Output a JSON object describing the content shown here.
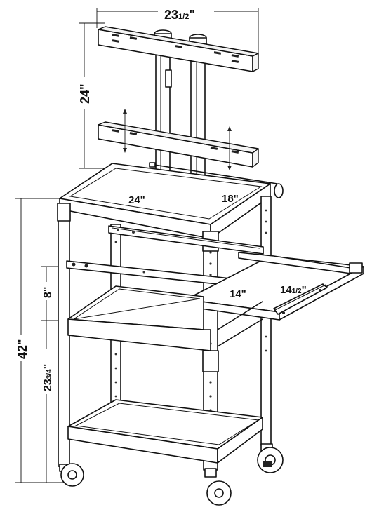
{
  "dimensions": {
    "monitor_mount_width": {
      "whole": "23",
      "frac": "1/2",
      "unit": "\""
    },
    "mount_height": {
      "text": "24\""
    },
    "top_shelf_width": {
      "text": "24\""
    },
    "top_shelf_depth": {
      "text": "18\""
    },
    "drawer_gap": {
      "text": "8\""
    },
    "total_height": {
      "text": "42\""
    },
    "lower_height": {
      "whole": "23",
      "frac": "3/4",
      "unit": "\""
    },
    "pullout_width": {
      "text": "14\""
    },
    "pullout_depth": {
      "whole": "14",
      "frac": "1/2",
      "unit": "\""
    }
  },
  "colors": {
    "line": "#111111",
    "background": "#ffffff"
  }
}
